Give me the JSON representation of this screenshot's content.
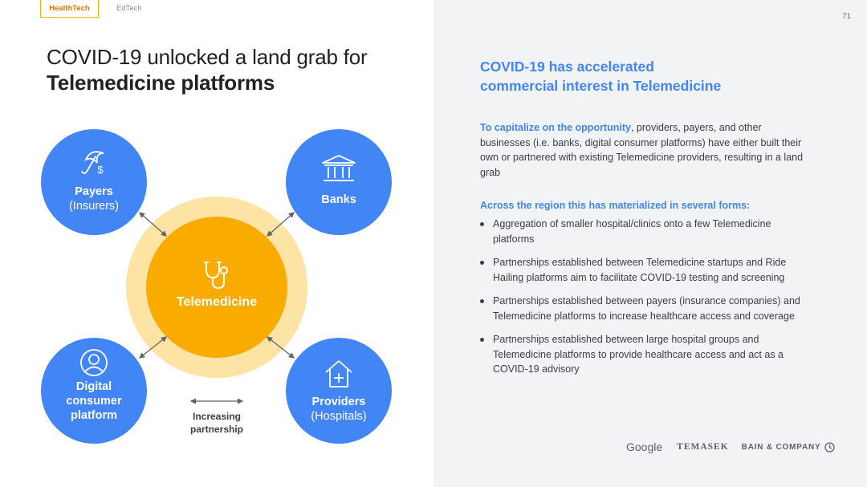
{
  "tabs": [
    {
      "label": "HealthTech",
      "active": true
    },
    {
      "label": "EdTech",
      "active": false
    }
  ],
  "page_number": "71",
  "title": {
    "line1": "COVID-19 unlocked a land grab for",
    "line2": "Telemedicine platforms"
  },
  "diagram": {
    "center": {
      "label": "Telemedicine",
      "icon": "stethoscope-icon"
    },
    "nodes": {
      "payers": {
        "title": "Payers",
        "subtitle": "(Insurers)",
        "icon": "umbrella-dollar-icon"
      },
      "banks": {
        "title": "Banks",
        "icon": "bank-icon"
      },
      "digital": {
        "line1": "Digital",
        "line2": "consumer",
        "line3": "platform",
        "icon": "user-circle-icon"
      },
      "providers": {
        "title": "Providers",
        "subtitle": "(Hospitals)",
        "icon": "hospital-icon"
      }
    },
    "legend": {
      "line1": "Increasing",
      "line2": "partnership"
    }
  },
  "right": {
    "heading_line1": "COVID-19 has accelerated",
    "heading_line2": "commercial interest in Telemedicine",
    "intro_highlight": "To capitalize on the opportunity",
    "intro_rest": ", providers, payers, and other businesses (i.e. banks, digital consumer platforms) have either built their own or partnered with existing Telemedicine providers, resulting in a land grab",
    "subheading": "Across the region this has materialized in several forms:",
    "bullets": [
      "Aggregation of smaller hospital/clinics onto a few Telemedicine platforms",
      "Partnerships established between Telemedicine startups and Ride Hailing platforms aim to facilitate COVID-19 testing and screening",
      "Partnerships established between payers (insurance companies) and Telemedicine platforms to increase healthcare access and coverage",
      "Partnerships established between large hospital groups and Telemedicine platforms to provide healthcare access and act as a COVID-19 advisory"
    ]
  },
  "logos": {
    "google": "Google",
    "temasek": "TEMASEK",
    "bain": "BAIN & COMPANY"
  },
  "colors": {
    "blue": "#4285f4",
    "orange": "#f9ab00",
    "halo": "#fde3a4",
    "panel": "#f1f3f4"
  }
}
